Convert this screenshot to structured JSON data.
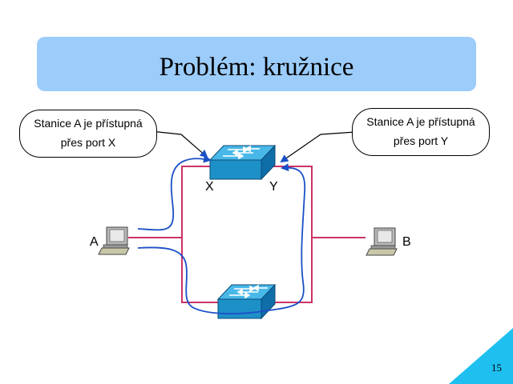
{
  "title": "Problém: kružnice",
  "callouts": {
    "left": {
      "line1": "Stanice A je přístupná",
      "line2": "přes port X"
    },
    "right": {
      "line1": "Stanice A je přístupná",
      "line2": "přes port Y"
    }
  },
  "labels": {
    "port_x": "X",
    "port_y": "Y",
    "station_a": "A",
    "station_b": "B"
  },
  "page_number": "15",
  "colors": {
    "title_background": "#9cccfa",
    "link_line": "#cc3366",
    "path_arrow": "#1a4fc7",
    "switch_front": "#1e90c8",
    "switch_top": "#48b8e8",
    "corner_triangle": "#1fc0f0"
  },
  "icons": [
    "switch-icon",
    "computer-icon"
  ]
}
